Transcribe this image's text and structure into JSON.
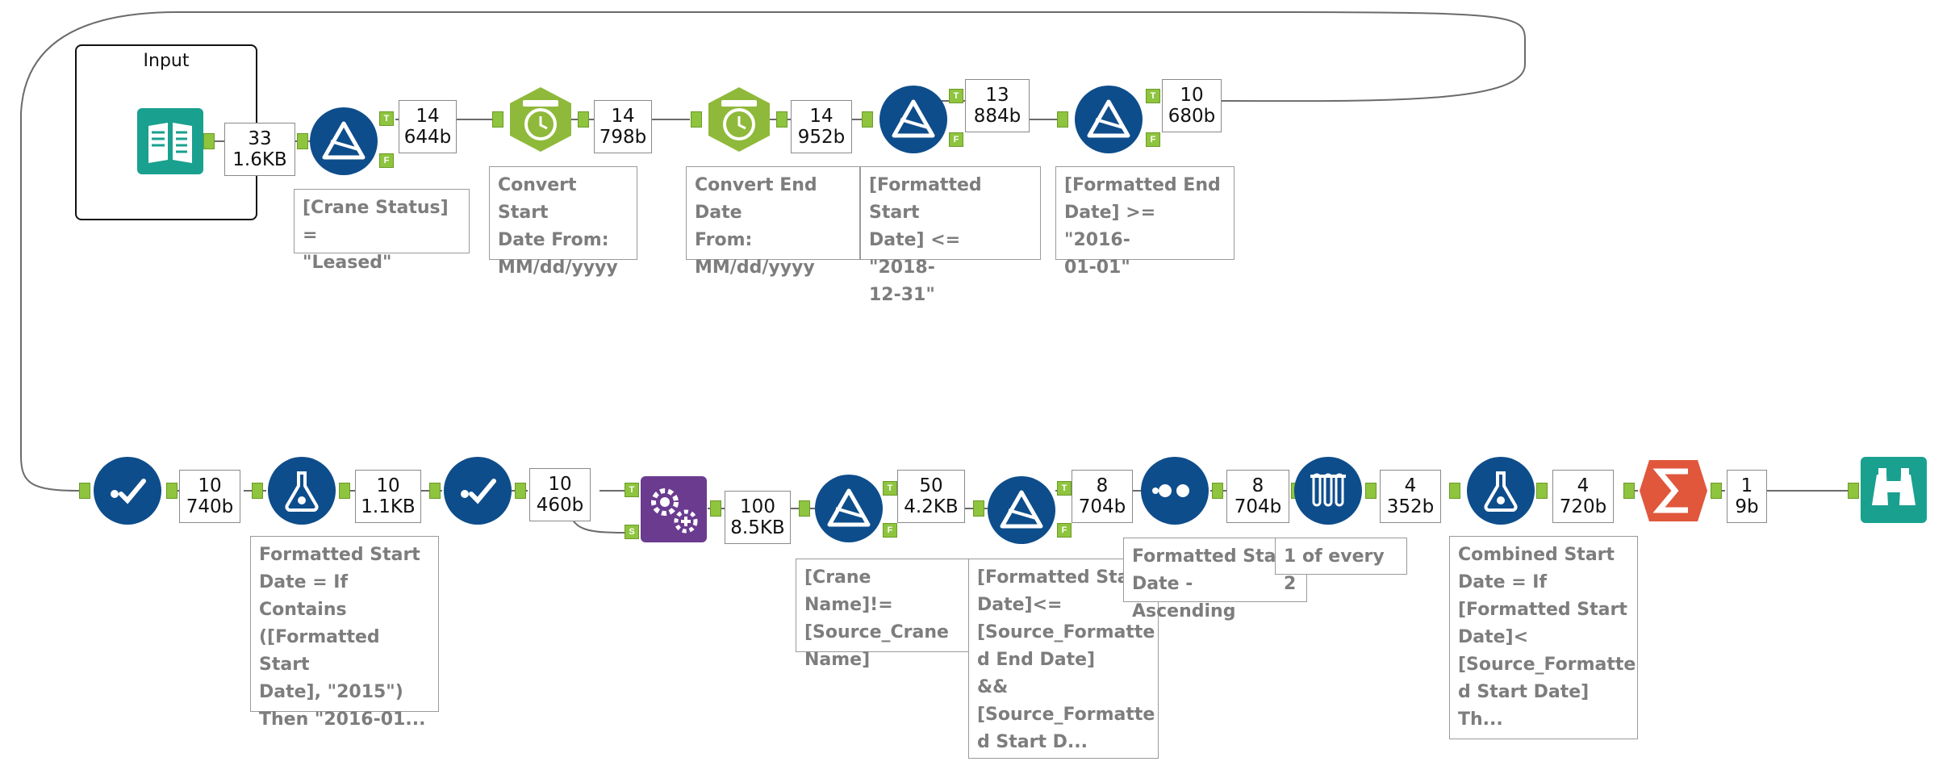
{
  "container": {
    "title": "Input"
  },
  "records": {
    "r1": {
      "count": "33",
      "size": "1.6KB"
    },
    "r2": {
      "count": "14",
      "size": "644b"
    },
    "r3": {
      "count": "14",
      "size": "798b"
    },
    "r4": {
      "count": "14",
      "size": "952b"
    },
    "r5": {
      "count": "13",
      "size": "884b"
    },
    "r6": {
      "count": "10",
      "size": "680b"
    },
    "r7": {
      "count": "10",
      "size": "740b"
    },
    "r8": {
      "count": "10",
      "size": "1.1KB"
    },
    "r9": {
      "count": "10",
      "size": "460b"
    },
    "r10": {
      "count": "100",
      "size": "8.5KB"
    },
    "r11": {
      "count": "50",
      "size": "4.2KB"
    },
    "r12": {
      "count": "8",
      "size": "704b"
    },
    "r13": {
      "count": "8",
      "size": "704b"
    },
    "r14": {
      "count": "4",
      "size": "352b"
    },
    "r15": {
      "count": "4",
      "size": "720b"
    },
    "r16": {
      "count": "1",
      "size": "9b"
    }
  },
  "notes": {
    "filter1": "[Crane Status] =\n\"Leased\"",
    "datetime1": "Convert Start\nDate From:\nMM/dd/yyyy",
    "datetime2": "Convert End Date\nFrom:\nMM/dd/yyyy",
    "filter2": "[Formatted Start\nDate] <= \"2018-\n12-31\"",
    "filter3": "[Formatted End\nDate] >= \"2016-\n01-01\"",
    "formula1": "Formatted Start\nDate = If Contains\n([Formatted Start\nDate], \"2015\")\nThen \"2016-01...",
    "filter4": "[Crane Name]!=\n[Source_Crane\nName]",
    "filter5": "[Formatted Star\nDate]<=\n[Source_Formatte\nd End Date]\n&&\n[Source_Formatte\nd Start D...",
    "sort": "Formatted Start\nDate - Ascending",
    "sample": "1 of every 2",
    "formula2": "Combined Start\nDate = If\n[Formatted Start\nDate]<\n[Source_Formatte\nd Start Date]\nTh..."
  },
  "anchor_labels": {
    "true": "T",
    "false": "F",
    "source": "S"
  },
  "icons": {
    "input": "book-input-icon",
    "filter": "filter-triangle-icon",
    "datetime": "datetime-clock-icon",
    "select": "select-check-icon",
    "formula": "formula-flask-icon",
    "append": "append-gears-icon",
    "sort": "sort-dots-icon",
    "sample": "sample-tubes-icon",
    "summarize": "summarize-sigma-icon",
    "browse": "browse-binoculars-icon"
  },
  "colors": {
    "blue_tool": "#0e4d8b",
    "green_tool": "#8fb93a",
    "teal_tool": "#1aa08f",
    "purple_tool": "#6b3b8f",
    "orange_tool": "#e0573c",
    "anchor": "#8fc43f"
  }
}
